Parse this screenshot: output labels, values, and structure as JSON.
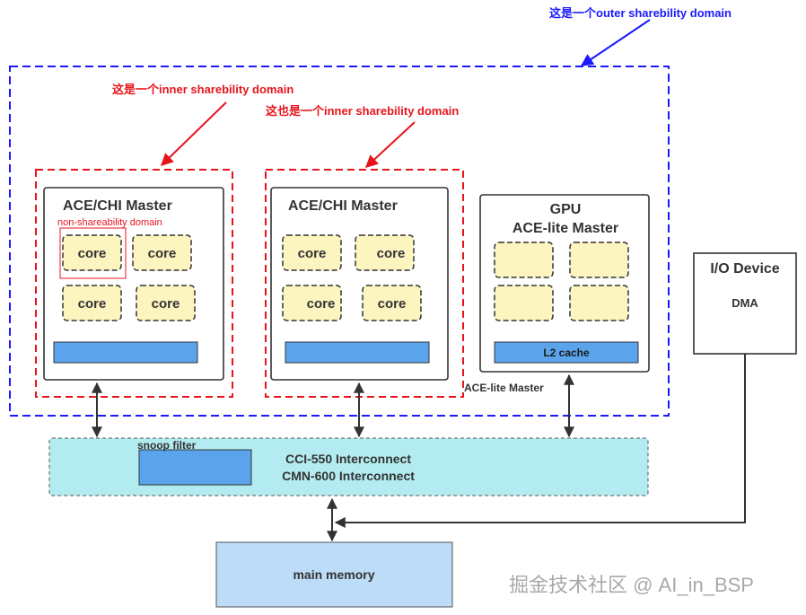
{
  "annotations": {
    "outer": "这是一个outer sharebility domain",
    "inner1": "这是一个inner sharebility domain",
    "inner2": "这也是一个inner sharebility domain"
  },
  "master1": {
    "title": "ACE/CHI Master",
    "non_share": "non-shareability domain",
    "cores": [
      "core",
      "core",
      "core",
      "core"
    ]
  },
  "master2": {
    "title": "ACE/CHI Master",
    "cores": [
      "core",
      "core",
      "core",
      "core"
    ]
  },
  "gpu": {
    "title_line1": "GPU",
    "title_line2": "ACE-lite Master",
    "cache": "L2 cache",
    "port_label": "ACE-lite Master"
  },
  "io": {
    "title": "I/O Device",
    "sub": "DMA"
  },
  "interconnect": {
    "snoop": "snoop filter",
    "line1": "CCI-550  Interconnect",
    "line2": "CMN-600 Interconnect"
  },
  "memory": {
    "label": "main memory"
  },
  "watermark": "掘金技术社区 @ AI_in_BSP",
  "colors": {
    "blue_dash": "#1a1aff",
    "red": "#e8141c",
    "core_fill": "#fdf5c0",
    "cache_fill": "#5ba4ec",
    "interconnect_fill": "#b3ecf0",
    "memory_fill": "#bcdcf7"
  }
}
